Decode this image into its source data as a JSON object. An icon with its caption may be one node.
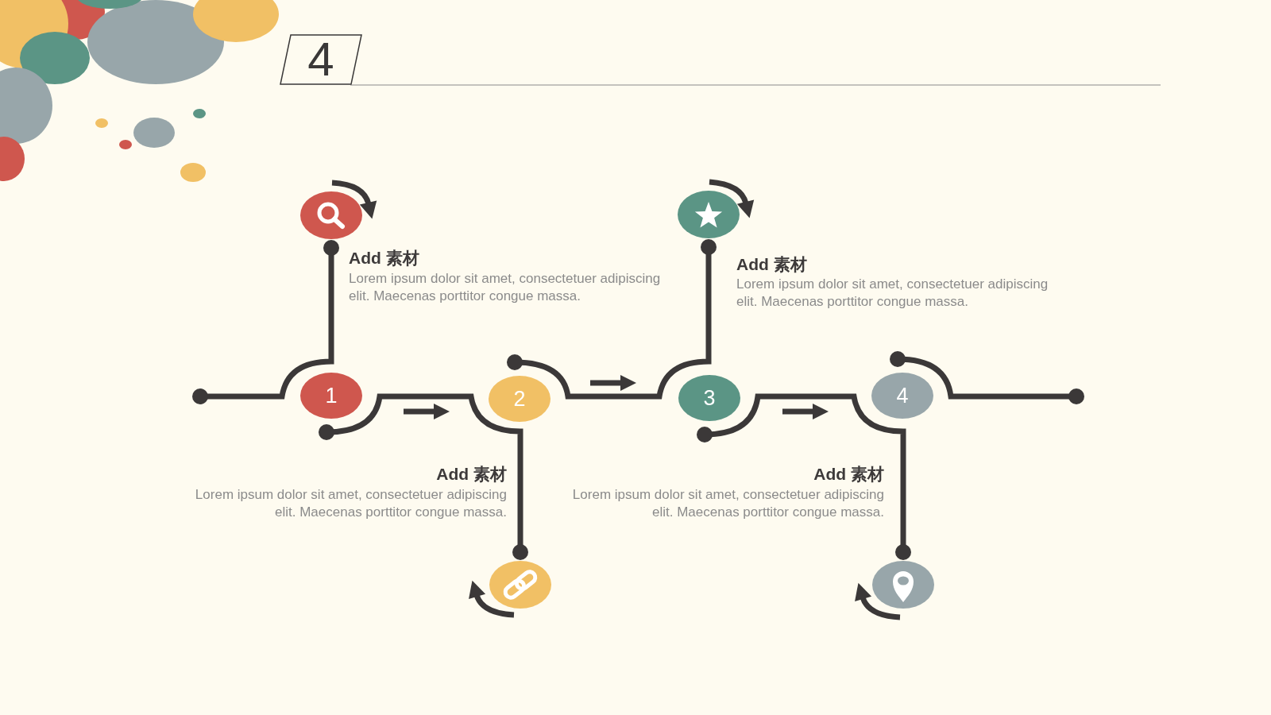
{
  "diagram": {
    "nodes": [
      {
        "text": [
          "4"
        ]
      },
      {
        "text": [],
        "shape": "circle"
      },
      {
        "text": [],
        "shape": "circle"
      },
      {
        "text": [
          "1"
        ]
      },
      {
        "text": [
          "2"
        ]
      },
      {
        "text": [
          "3"
        ]
      },
      {
        "text": [
          "4"
        ]
      },
      {
        "text": [],
        "shape": "circle"
      },
      {
        "text": [],
        "shape": "circle"
      }
    ],
    "edges": [
      {
        "from": null,
        "to": 1,
        "arrow": "other"
      },
      {
        "from": 3,
        "to": 7,
        "arrow": "other"
      },
      {
        "from": 4,
        "to": 2,
        "arrow": "other"
      },
      {
        "from": 5,
        "to": 8,
        "arrow": "other"
      },
      {
        "from": 6,
        "to": null,
        "arrow": "other"
      }
    ],
    "labels": [
      "Add 素材",
      "Lorem ipsum dolor sit amet, consectetuer adipiscing elit. Maecenas porttitor congue massa.",
      "Add 素材",
      "Lorem ipsum dolor sit amet, consectetuer adipiscing elit. Maecenas porttitor congue massa.",
      "Add 素材",
      "Lorem ipsum dolor sit amet, consectetuer adipiscing elit. Maecenas porttitor congue massa.",
      "Add 素材",
      "Lorem ipsum dolor sit amet, consectetuer adipiscing elit. Maecenas porttitor congue massa."
    ]
  }
}
